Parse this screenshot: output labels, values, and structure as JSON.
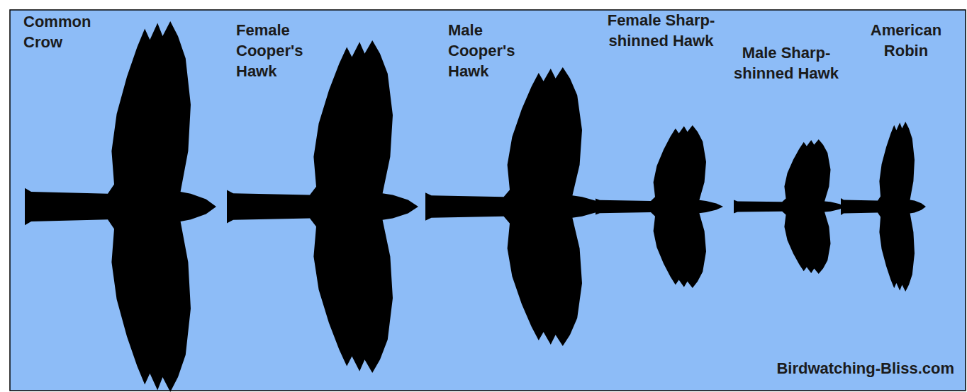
{
  "diagram": {
    "labels": [
      "Common Crow",
      "Female Cooper's Hawk",
      "Male Cooper's Hawk",
      "Female Sharp-shinned Hawk",
      "Male Sharp-shinned Hawk",
      "American Robin",
      "Birdwatching-Bliss.com"
    ]
  }
}
